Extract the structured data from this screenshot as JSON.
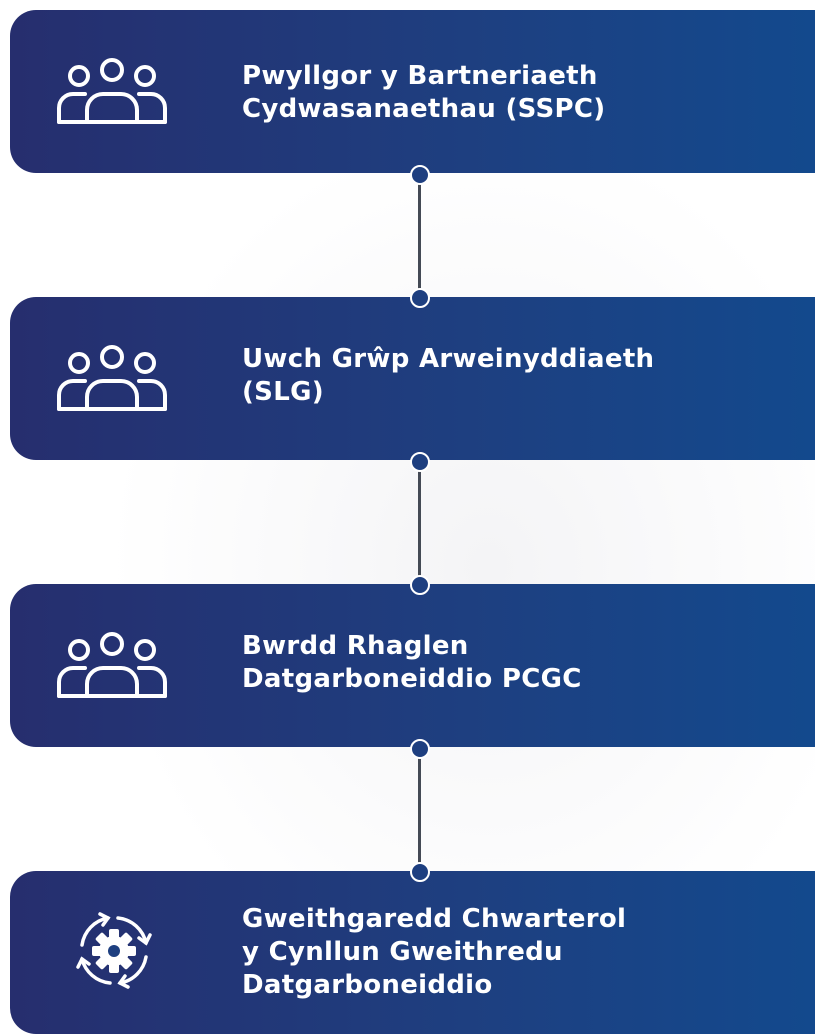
{
  "steps": [
    {
      "label_line1": "Pwyllgor y Bartneriaeth",
      "label_line2": "Cydwasanaethau (SSPC)",
      "icon": "people-group-icon"
    },
    {
      "label_line1": "Uwch Grŵp Arweinyddiaeth",
      "label_line2": "(SLG)",
      "icon": "people-group-icon"
    },
    {
      "label_line1": "Bwrdd Rhaglen",
      "label_line2": "Datgarboneiddio PCGC",
      "icon": "people-group-icon"
    },
    {
      "label_line1": "Gweithgaredd Chwarterol",
      "label_line2": "y Cynllun Gweithredu",
      "label_line3": "Datgarboneiddio",
      "icon": "gear-cycle-icon"
    }
  ],
  "colors": {
    "box": "#1e3f80",
    "connector": "#444a55",
    "text": "#ffffff"
  }
}
